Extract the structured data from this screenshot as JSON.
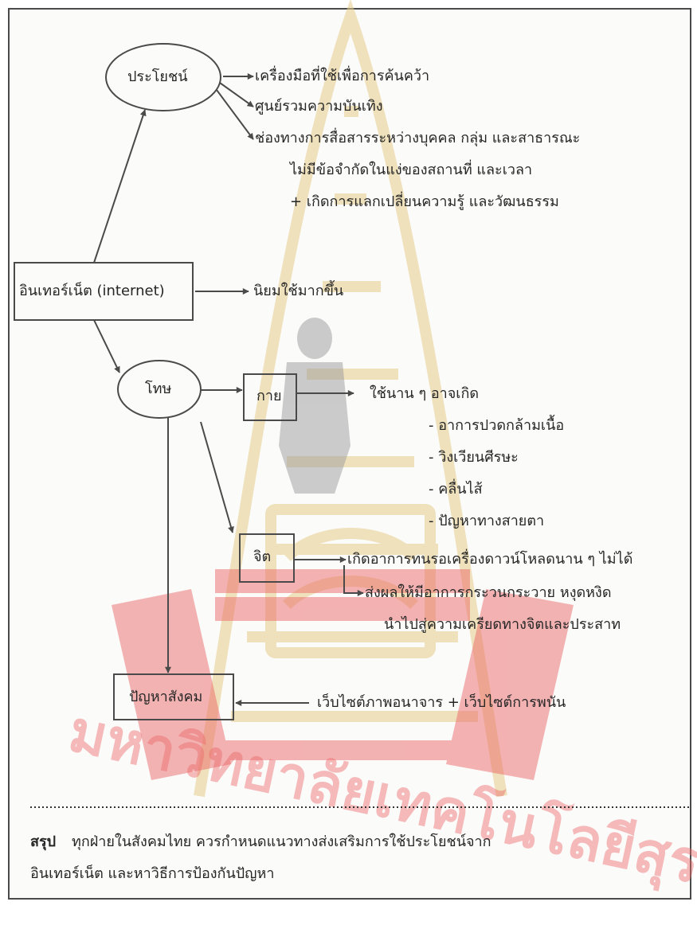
{
  "nodes": {
    "benefit": "ประโยชน์",
    "internet": "อินเทอร์เน็ต (internet)",
    "harm": "โทษ",
    "body": "กาย",
    "mind": "จิต",
    "social": "ปัญหาสังคม"
  },
  "benefits": [
    "เครื่องมือที่ใช้เพื่อการค้นคว้า",
    "ศูนย์รวมความบันเทิง",
    "ช่องทางการสื่อสารระหว่างบุคคล กลุ่ม และสาธารณะ",
    "ไม่มีข้อจำกัดในแง่ของสถานที่ และเวลา",
    "+ เกิดการแลกเปลี่ยนความรู้ และวัฒนธรรม"
  ],
  "popular": "นิยมใช้มากขึ้น",
  "body_effects": {
    "heading": "ใช้นาน ๆ อาจเกิด",
    "items": [
      "- อาการปวดกล้ามเนื้อ",
      "- วิงเวียนศีรษะ",
      "- คลื่นไส้",
      "- ปัญหาทางสายตา"
    ]
  },
  "mind_effects": [
    "เกิดอาการทนรอเครื่องดาวน์โหลดนาน ๆ ไม่ได้",
    "ส่งผลให้มีอาการกระวนกระวาย  หงุดหงิด",
    "นำไปสู่ความเครียดทางจิตและประสาท"
  ],
  "social_cause": "เว็บไซต์ภาพอนาจาร +  เว็บไซต์การพนัน",
  "summary": {
    "label": "สรุป",
    "line1": "ทุกฝ่ายในสังคมไทย ควรกำหนดแนวทางส่งเสริมการใช้ประโยชน์จาก",
    "line2": "อินเทอร์เน็ต   และหาวิธีการป้องกันปัญหา"
  },
  "watermark": "มหาวิทยาลัยเทคโนโลยีสุรนารี",
  "colors": {
    "watermark_gold": "#e7cc8a",
    "watermark_red": "#ec6a6a",
    "ink": "#333333"
  }
}
